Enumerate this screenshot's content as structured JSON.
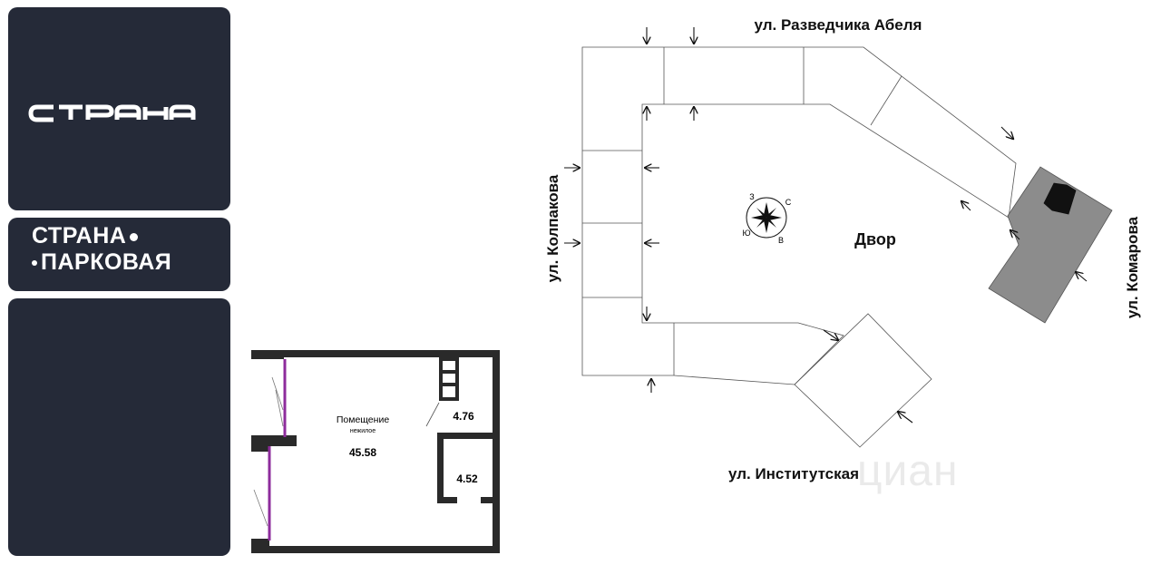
{
  "brand": {
    "wordmark": "страна",
    "project_line1": "СТРАНА",
    "project_line2": "ПАРКОВАЯ"
  },
  "floorplan": {
    "room_title": "Помещение",
    "room_subtitle": "нежилое",
    "main_area": "45.58",
    "area_small_top": "4.76",
    "area_small_bottom": "4.52"
  },
  "site_plan": {
    "street_top": "ул. Разведчика Абеля",
    "street_left": "ул. Колпакова",
    "street_right": "ул. Комарова",
    "street_bottom": "ул. Институтская",
    "courtyard": "Двор",
    "compass": {
      "n": "С",
      "e": "В",
      "s": "Ю",
      "w": "З"
    }
  },
  "watermark": "циан",
  "colors": {
    "panel_bg": "#252a38",
    "accent_wall": "#8e2c9c",
    "highlight_block": "#8c8c8c"
  }
}
